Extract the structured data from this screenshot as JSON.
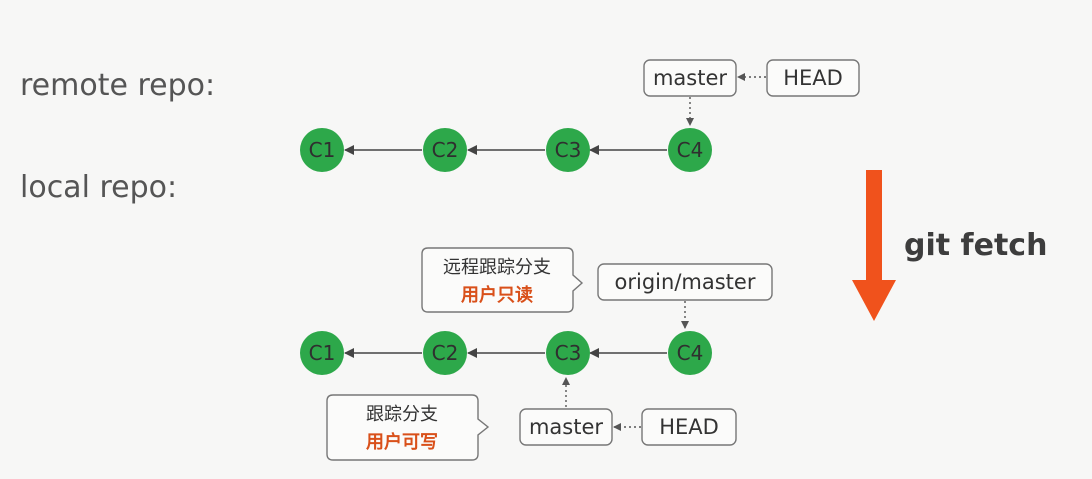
{
  "labels": {
    "remote": "remote repo:",
    "local": "local repo:",
    "action": "git fetch"
  },
  "remote_repo": {
    "commits": [
      "C1",
      "C2",
      "C3",
      "C4"
    ],
    "branch": "master",
    "head": "HEAD"
  },
  "local_repo": {
    "commits": [
      "C1",
      "C2",
      "C3",
      "C4"
    ],
    "remote_tracking": "origin/master",
    "branch": "master",
    "head": "HEAD",
    "note_remote_tracking": {
      "line1": "远程跟踪分支",
      "line2": "用户只读"
    },
    "note_tracking": {
      "line1": "跟踪分支",
      "line2": "用户可写"
    }
  },
  "colors": {
    "commit": "#2da84a",
    "arrow_action": "#f0521c",
    "note_red": "#d9501a"
  }
}
